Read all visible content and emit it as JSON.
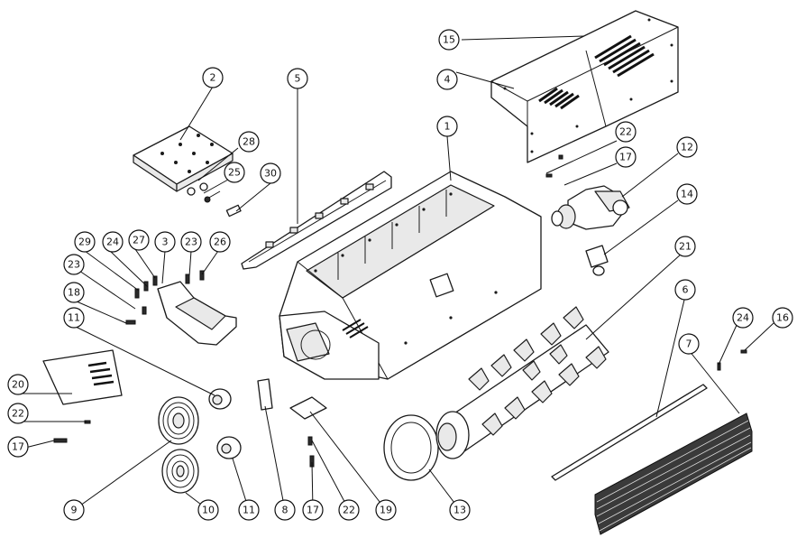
{
  "callouts": [
    "1",
    "2",
    "3",
    "4",
    "5",
    "6",
    "7",
    "8",
    "9",
    "10",
    "11",
    "11",
    "12",
    "13",
    "14",
    "15",
    "16",
    "17",
    "17",
    "17",
    "18",
    "19",
    "20",
    "21",
    "22",
    "22",
    "22",
    "23",
    "23",
    "24",
    "24",
    "25",
    "26",
    "27",
    "28",
    "29",
    "30"
  ]
}
